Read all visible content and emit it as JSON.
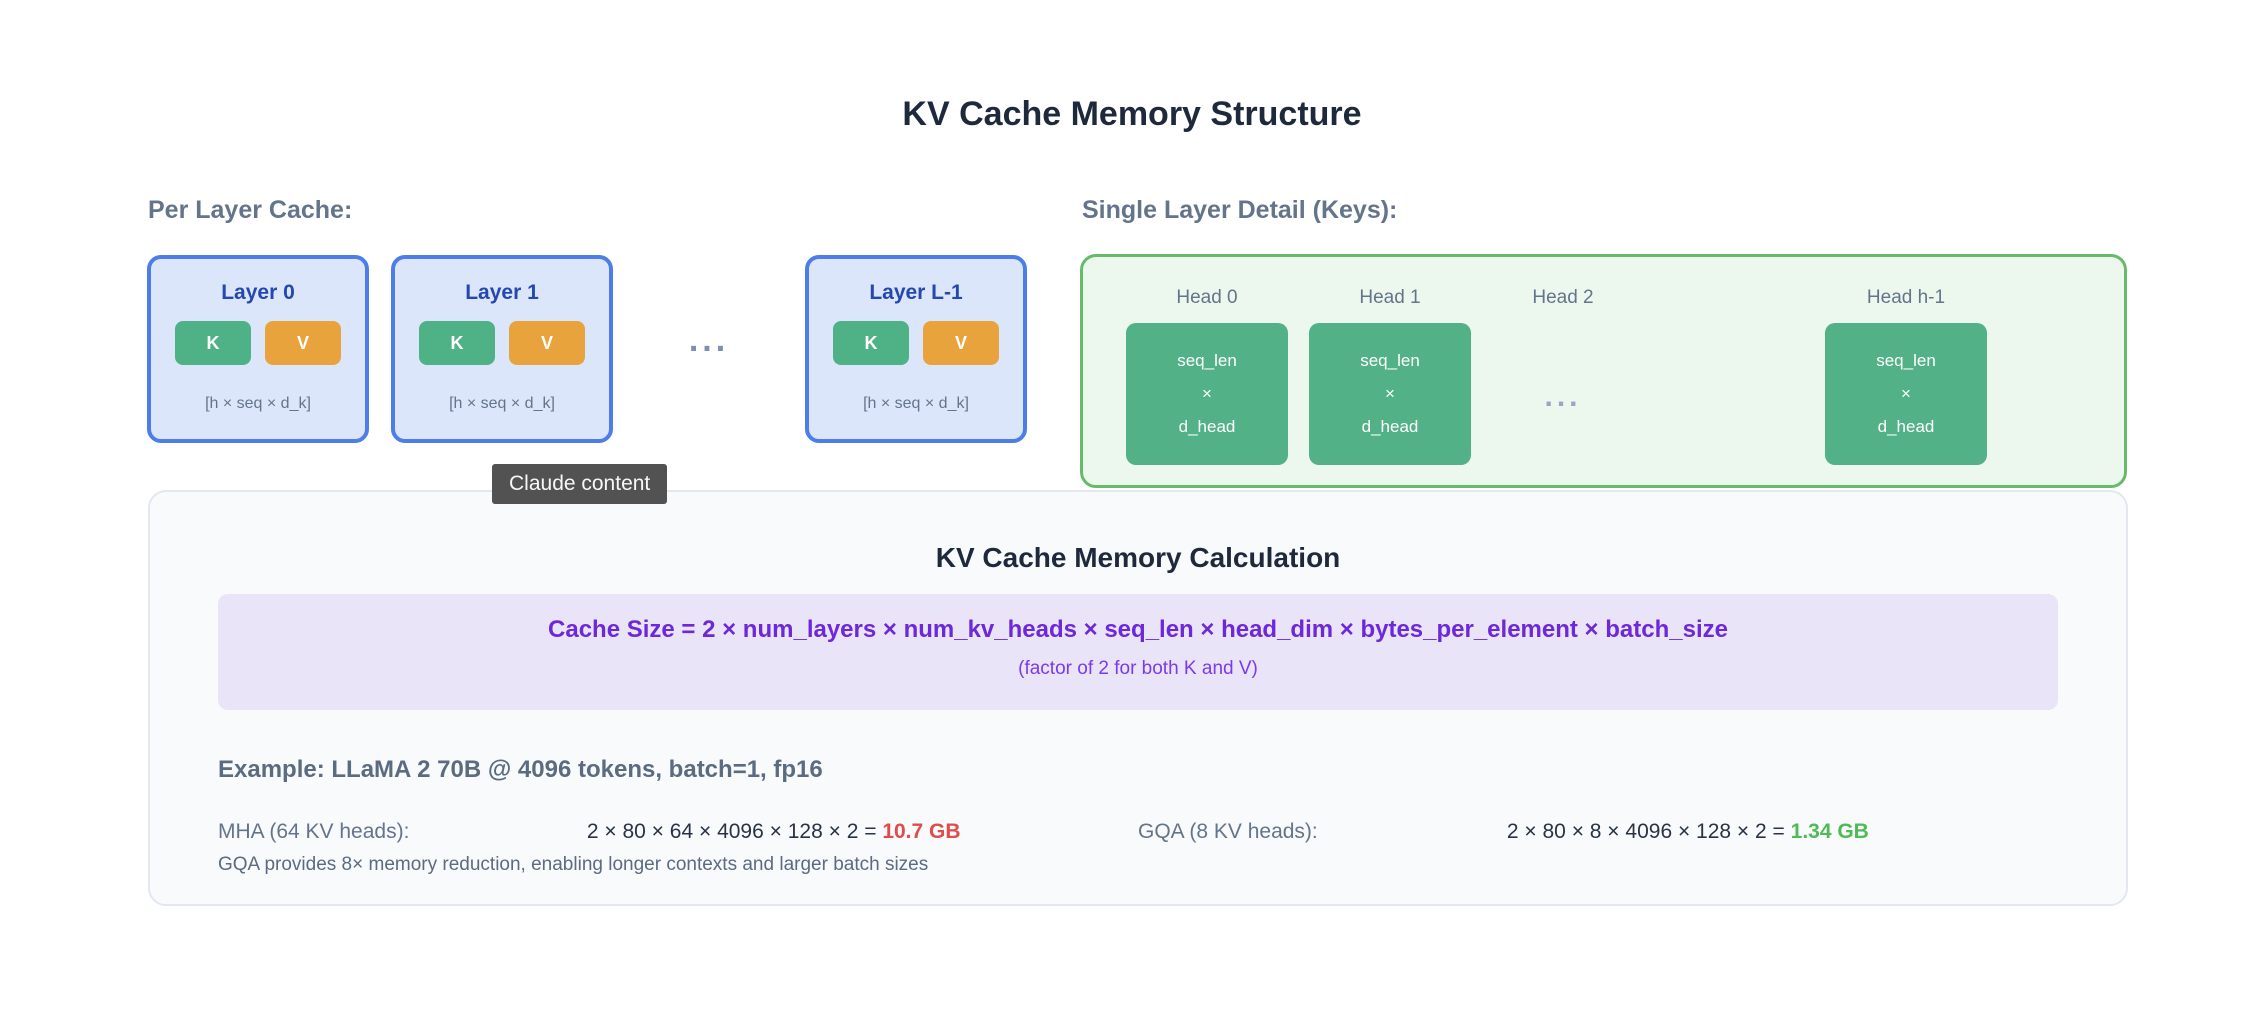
{
  "page": {
    "title": "KV Cache Memory Structure"
  },
  "per_layer": {
    "label": "Per Layer Cache:",
    "ellipsis": "...",
    "layers": [
      {
        "name": "Layer 0",
        "k": "K",
        "v": "V",
        "dims": "[h × seq × d_k]"
      },
      {
        "name": "Layer 1",
        "k": "K",
        "v": "V",
        "dims": "[h × seq × d_k]"
      },
      {
        "name": "Layer L-1",
        "k": "K",
        "v": "V",
        "dims": "[h × seq × d_k]"
      }
    ]
  },
  "single_layer": {
    "label": "Single Layer Detail (Keys):",
    "heads": [
      {
        "label": "Head 0",
        "line1": "seq_len",
        "line2": "×",
        "line3": "d_head"
      },
      {
        "label": "Head 1",
        "line1": "seq_len",
        "line2": "×",
        "line3": "d_head"
      },
      {
        "label": "Head 2",
        "ellipsis": "..."
      },
      {
        "label": "Head h-1",
        "line1": "seq_len",
        "line2": "×",
        "line3": "d_head"
      }
    ]
  },
  "tooltip": {
    "text": "Claude content"
  },
  "calculation": {
    "title": "KV Cache Memory Calculation",
    "formula": "Cache Size = 2 × num_layers × num_kv_heads × seq_len × head_dim × bytes_per_element × batch_size",
    "formula_note": "(factor of 2 for both K and V)",
    "example_heading": "Example: LLaMA 2 70B @ 4096 tokens, batch=1, fp16",
    "mha": {
      "label": "MHA (64 KV heads):",
      "equation": "2 × 80 × 64 × 4096 × 128 × 2 = ",
      "result": "10.7 GB"
    },
    "gqa": {
      "label": "GQA (8 KV heads):",
      "equation": "2 × 80 × 8 × 4096 × 128 × 2 = ",
      "result": "1.34 GB"
    },
    "note": "GQA provides 8× memory reduction, enabling longer contexts and larger batch sizes"
  },
  "colors": {
    "heading-dark": "#1e293b",
    "muted-slate": "#64748b",
    "accent-blue": "#4d7de8",
    "layer-bg": "#dbe6fa",
    "layer-title": "#2547b0",
    "k-green": "#4fb286",
    "v-orange": "#e8a33d",
    "panel-green-border": "#66bb6a",
    "panel-green-bg": "#ecf8ee",
    "block-green": "#52b186",
    "formula-bg": "#e9e4f8",
    "formula-purple": "#6d28d9",
    "formula-purple-light": "#7c3aed",
    "result-red": "#e04b4b",
    "result-green": "#4fba57",
    "tooltip-bg": "#525252"
  }
}
